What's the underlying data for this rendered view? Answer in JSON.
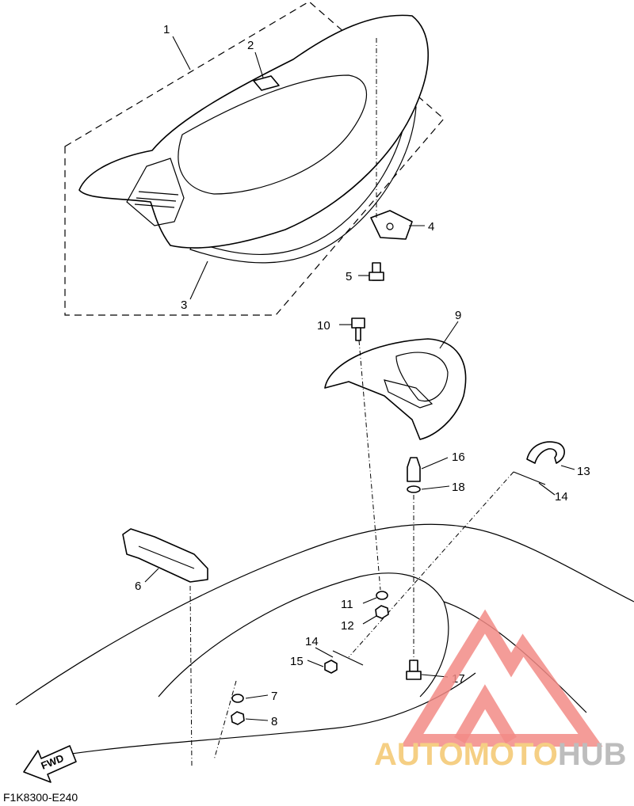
{
  "diagram": {
    "code": "F1K8300-E240",
    "direction_label": "FWD",
    "callouts": [
      "1",
      "2",
      "3",
      "4",
      "5",
      "6",
      "7",
      "8",
      "9",
      "10",
      "11",
      "12",
      "13",
      "14",
      "15",
      "16",
      "17",
      "18"
    ]
  },
  "watermark": {
    "text_a": "AUTOMOTO",
    "text_b": "HUB",
    "color_triangle": "#f28b86",
    "color_a": "#f5cf84",
    "color_b": "#bdbdbd"
  }
}
